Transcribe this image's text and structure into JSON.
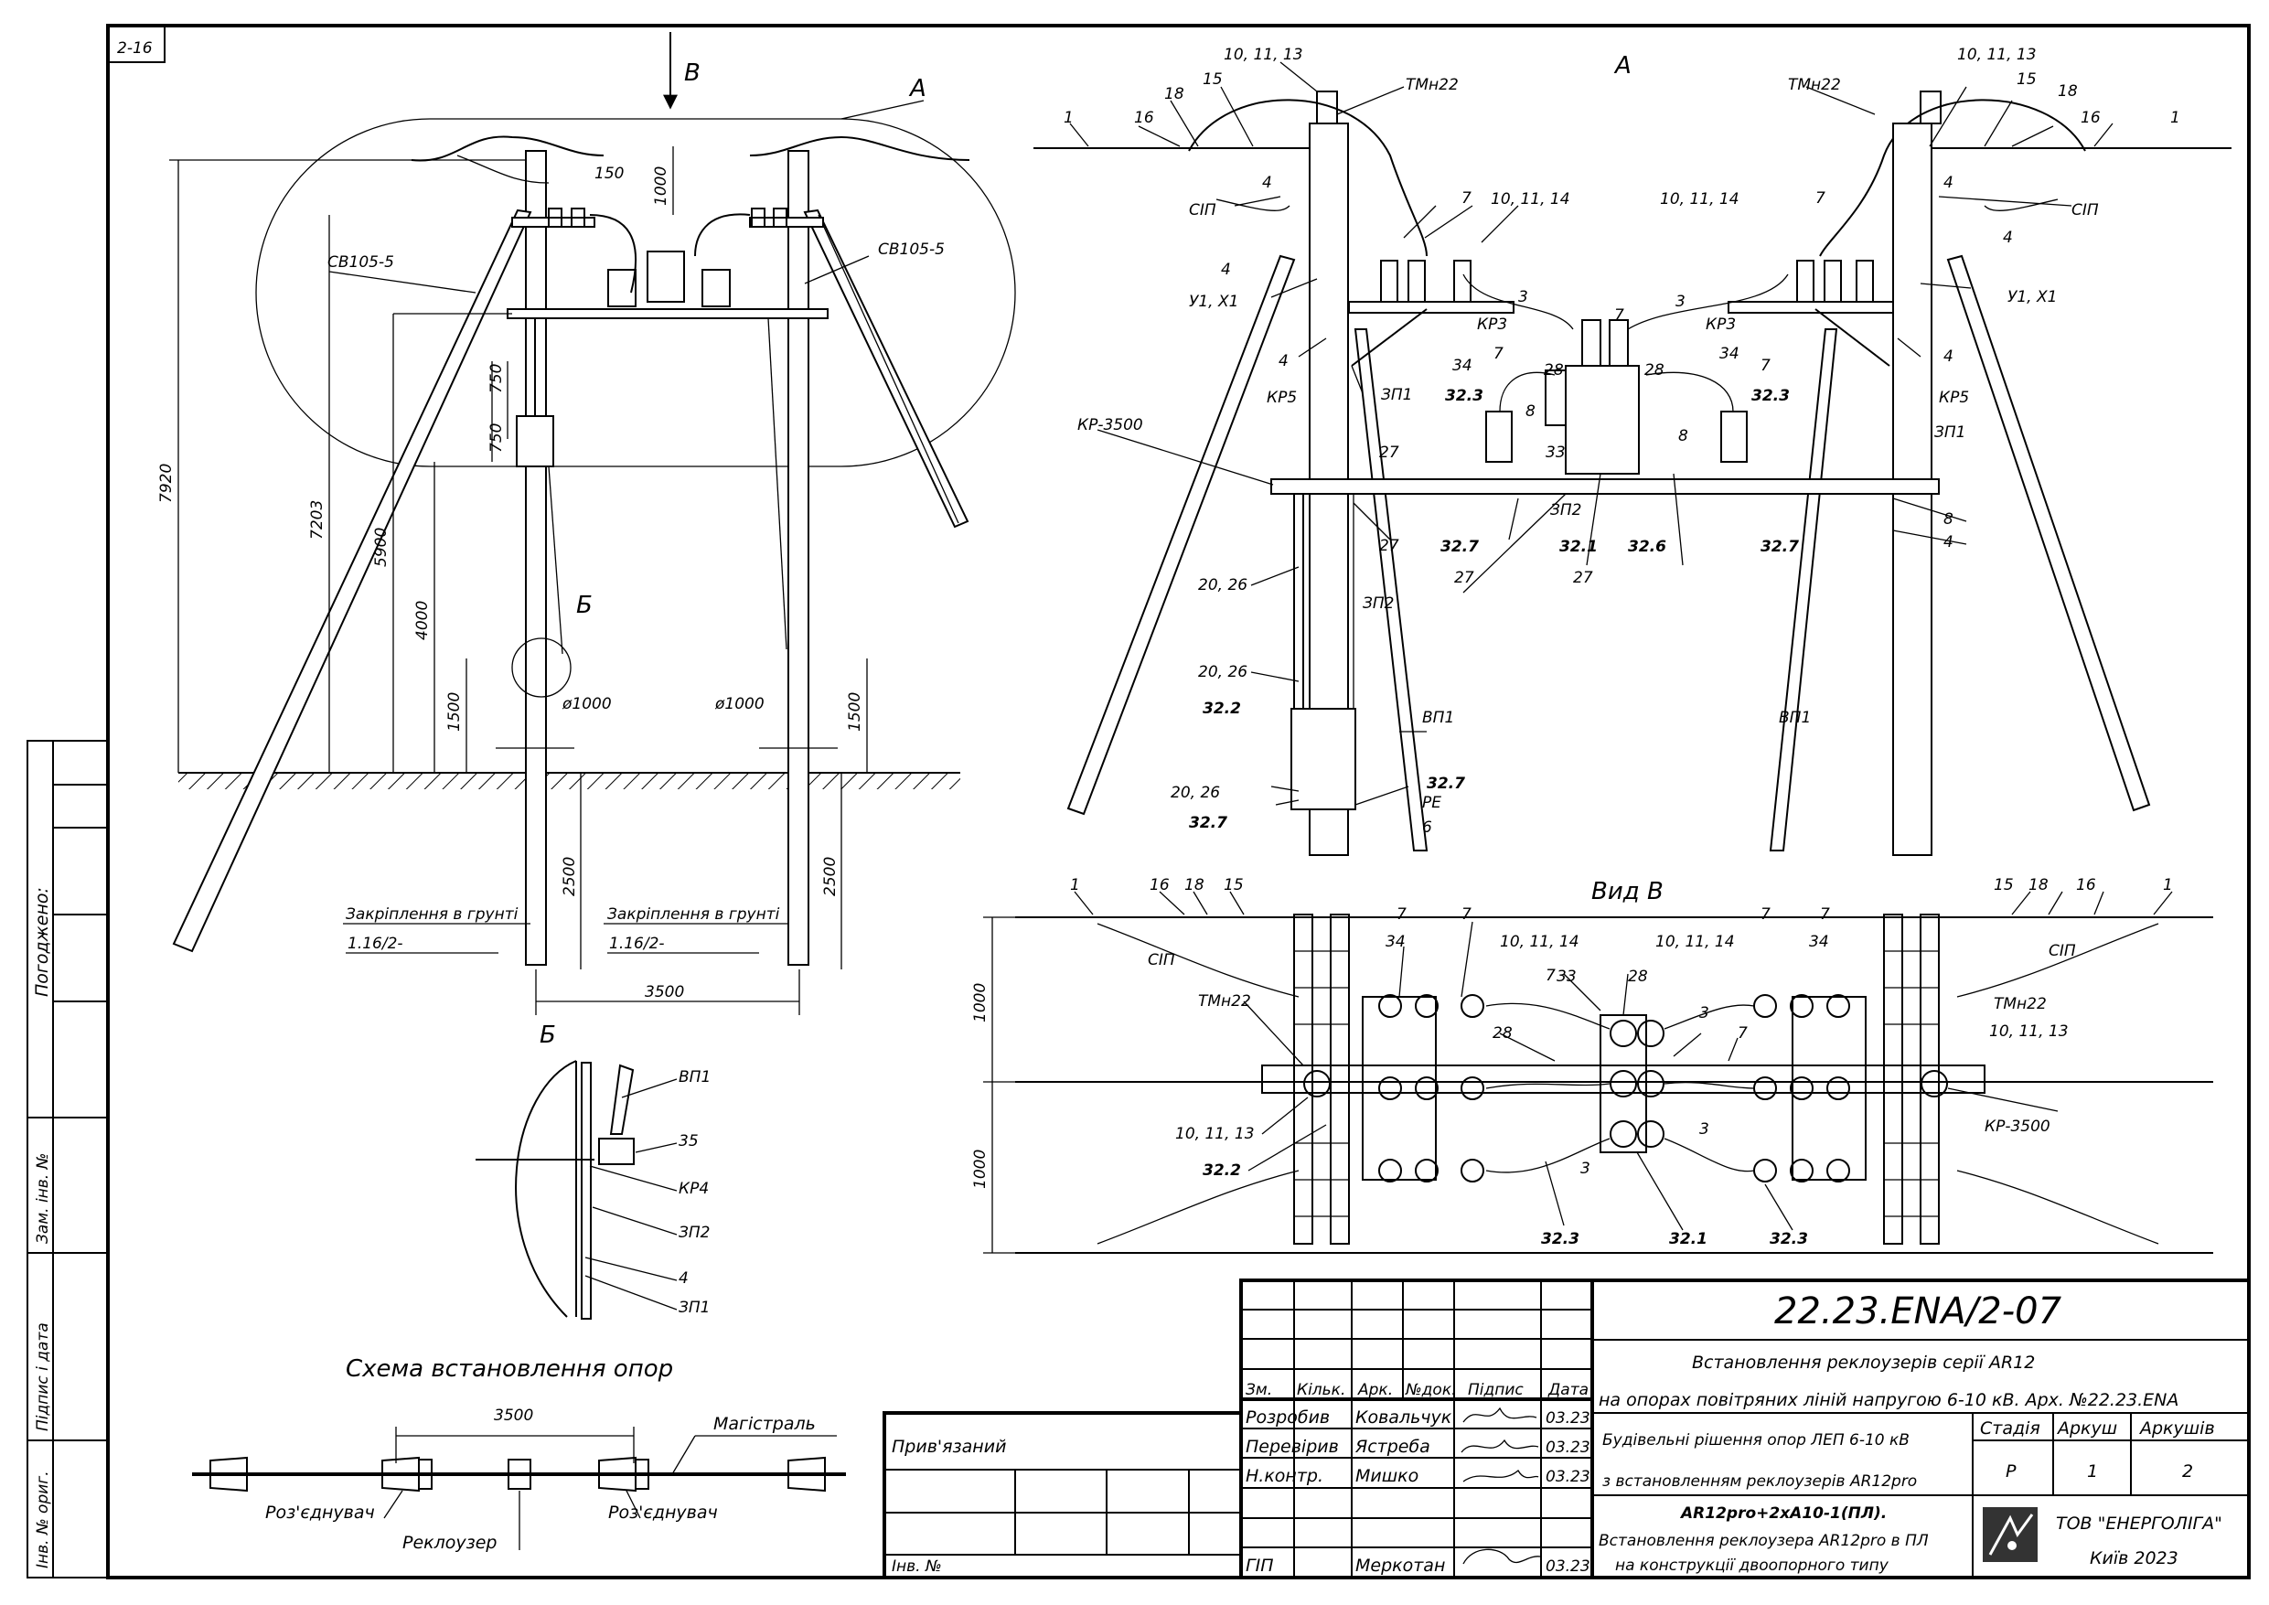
{
  "sheet_label": "2-16",
  "side_stamp": {
    "agreed": "Погоджено:",
    "replaced_inv": "Зам. інв. №",
    "sign_date": "Підпис і дата",
    "inv_orig": "Інв. № ориг."
  },
  "front_view": {
    "arrow_label": "В",
    "detail_a_label": "А",
    "detail_b_label": "Б",
    "dims": {
      "d7920": "7920",
      "d7203": "7203",
      "d5900": "5900",
      "d4000": "4000",
      "d1500a": "1500",
      "d1500b": "1500",
      "d750a": "750",
      "d750b": "750",
      "d150": "150",
      "d1000": "1000",
      "d2500a": "2500",
      "d2500b": "2500",
      "d3500": "3500",
      "phi_left": "ø1000",
      "phi_right": "ø1000"
    },
    "labels": {
      "sv_left": "СВ105-5",
      "sv_right": "СВ105-5",
      "ground_left": "Закріплення в грунті",
      "ground_right": "Закріплення в грунті",
      "ref_left": "1.16/2-",
      "ref_right": "1.16/2-"
    }
  },
  "detail_b": {
    "title": "Б",
    "labels": [
      "ВП1",
      "35",
      "КР4",
      "ЗП2",
      "4",
      "ЗП1"
    ]
  },
  "scheme": {
    "title": "Схема встановлення опор",
    "dim": "3500",
    "mainline": "Магістраль",
    "disconnector_left": "Роз'єднувач",
    "recloser": "Реклоузер",
    "disconnector_right": "Роз'єднувач"
  },
  "view_a": {
    "title": "А",
    "labels": {
      "l1a": "1",
      "l16a": "16",
      "l18a": "18",
      "l15a": "15",
      "l101113a": "10, 11, 13",
      "ltmn22a": "ТМн22",
      "l4a": "4",
      "lsipa": "СІП",
      "l7a": "7",
      "l101114a": "10, 11, 14",
      "lu1x1a": "У1, Х1",
      "l4b": "4",
      "l4c": "4",
      "lkr5a": "КР5",
      "lzp1a": "ЗП1",
      "lkr3a": "КР3",
      "l34a": "34",
      "l3a": "3",
      "l7b": "7",
      "l28a": "28",
      "l323a": "32.3",
      "l8a": "8",
      "l33": "33",
      "lkr3500": "КР-3500",
      "l27a": "27",
      "lzp2a": "ЗП2",
      "l327a": "32.7",
      "l321": "32.1",
      "l326": "32.6",
      "l27b": "27",
      "l27c": "27",
      "l27d": "27",
      "l2026a": "20, 26",
      "lzp2b": "ЗП2",
      "l2026b": "20, 26",
      "l322": "32.2",
      "lvp1a": "ВП1",
      "l327b": "32.7",
      "lpe": "PE",
      "l2026c": "20, 26",
      "l327c": "32.7",
      "l6": "6",
      "l1b": "1",
      "l16b": "16",
      "l18b": "18",
      "l15b": "15",
      "l101113b": "10, 11, 13",
      "ltmn22b": "ТМн22",
      "l4d": "4",
      "lsipb": "СІП",
      "l7c": "7",
      "l101114b": "10, 11, 14",
      "lu1x1b": "У1, Х1",
      "l4e": "4",
      "l4f": "4",
      "lkr5b": "КР5",
      "lzp1b": "ЗП1",
      "lkr3b": "КР3",
      "l34b": "34",
      "l3b": "3",
      "l7d": "7",
      "l28b": "28",
      "l323b": "32.3",
      "l8b": "8",
      "l7e": "7",
      "l327d": "32.7",
      "l8c": "8",
      "l4g": "4",
      "lvp1b": "ВП1"
    }
  },
  "view_b": {
    "title": "Вид В",
    "dims": {
      "d1000a": "1000",
      "d1000b": "1000"
    },
    "labels": {
      "l1a": "1",
      "l16a": "16",
      "l18a": "18",
      "l15a": "15",
      "lsipa": "СІП",
      "ltmn22a": "ТМн22",
      "l34a": "34",
      "l7a": "7",
      "l7b": "7",
      "l101114a": "10, 11, 14",
      "l7c": "7",
      "l33": "33",
      "l28a": "28",
      "l28b": "28",
      "l101113a": "10, 11, 13",
      "l322": "32.2",
      "l3a": "3",
      "l323a": "32.3",
      "l321": "32.1",
      "l3b": "3",
      "l3c": "3",
      "l7d": "7",
      "l323b": "32.3",
      "l101114b": "10, 11, 14",
      "l7e": "7",
      "l7f": "7",
      "l34b": "34",
      "l15b": "15",
      "l18b": "18",
      "l16b": "16",
      "l1b": "1",
      "lsipb": "СІП",
      "ltmn22b": "ТМн22",
      "l101113b": "10, 11, 13",
      "lkr3500": "КР-3500"
    }
  },
  "title_block": {
    "code": "22.23.ENA/2-07",
    "title_line1": "Встановлення реклоузерів серії AR12",
    "title_line2": "на опорах повітряних ліній напругою 6-10 кВ. Арх. №22.23.ENA",
    "section_line1": "Будівельні рішення опор ЛЕП 6-10 кВ",
    "section_line2": "з встановленням реклоузерів AR12pro",
    "sheet_line1": "AR12pro+2хА10-1(ПЛ).",
    "sheet_line2": "Встановлення реклоузера AR12pro в ПЛ",
    "sheet_line3": "на конструкції двоопорного типу",
    "col_headers": [
      "Зм.",
      "Кільк.",
      "Арк.",
      "№док.",
      "Підпис",
      "Дата"
    ],
    "stage_header": "Стадія",
    "sheet_header": "Аркуш",
    "sheets_header": "Аркушів",
    "stage": "Р",
    "sheet": "1",
    "sheets": "2",
    "linked": "Прив'язаний",
    "inv_no": "Інв. №",
    "company": "ТОВ \"ЕНЕРГОЛІГА\"",
    "city_year": "Київ 2023",
    "people": [
      {
        "role": "Розробив",
        "name": "Ковальчук",
        "date": "03.23"
      },
      {
        "role": "Перевірив",
        "name": "Ястреба",
        "date": "03.23"
      },
      {
        "role": "Н.контр.",
        "name": "Мишко",
        "date": "03.23"
      },
      {
        "role": "ГІП",
        "name": "Меркотан",
        "date": "03.23"
      }
    ]
  }
}
